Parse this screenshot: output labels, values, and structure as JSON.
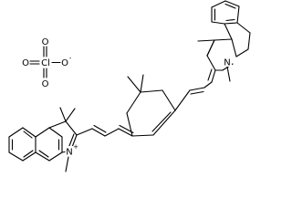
{
  "molecule": {
    "counterion": {
      "central_atom": "Cl",
      "oxygen_label": "O",
      "anion_charge": "-"
    },
    "cation": {
      "nitrogen_label": "N",
      "nitrogen_charge": "+"
    },
    "line_color": "#000000",
    "background_color": "#ffffff"
  }
}
